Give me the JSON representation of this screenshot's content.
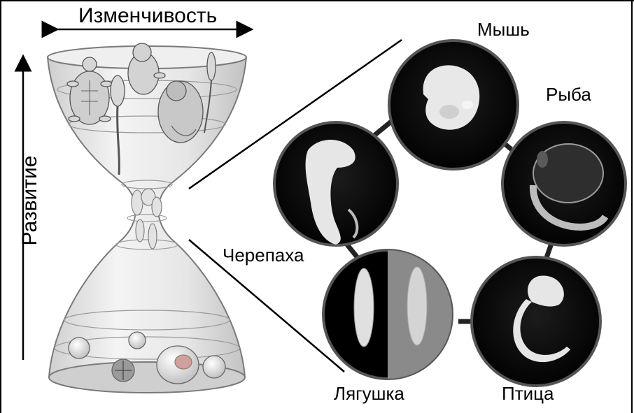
{
  "labels": {
    "variability": "Изменчивость",
    "development": "Развитие",
    "mouse": "Мышь",
    "fish": "Рыба",
    "turtle": "Черепаха",
    "frog": "Лягушка",
    "bird": "Птица"
  },
  "colors": {
    "embryo_circle_fill": "#0a0a0a",
    "embryo_circle_border": "#555555",
    "embryo_body": "#e8e8e8",
    "hourglass_glass": "#d9d9d9",
    "line": "#000000"
  },
  "icons": {
    "hourglass": "hourglass-diagram-icon",
    "mouse_embryo": "mouse-embryo-icon",
    "fish_embryo": "fish-embryo-icon",
    "turtle_embryo": "turtle-embryo-icon",
    "frog_embryo": "frog-embryo-icon",
    "bird_embryo": "bird-embryo-icon"
  }
}
